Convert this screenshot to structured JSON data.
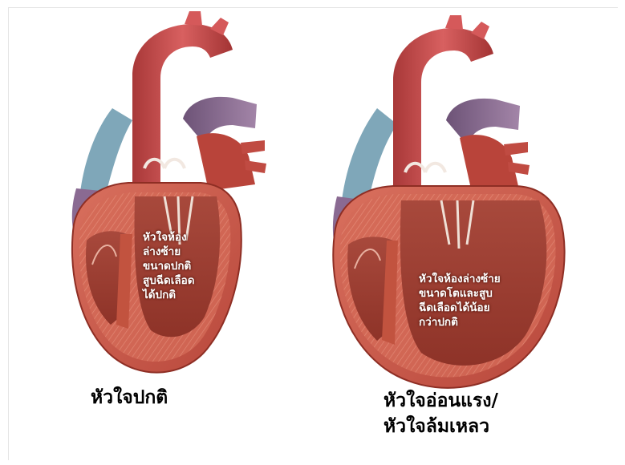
{
  "hearts": {
    "normal": {
      "annotation": "หัวใจห้อง\nล่างซ้าย\nขนาดปกติ\nสูบฉีดเลือด\nได้ปกติ",
      "caption": "หัวใจปกติ"
    },
    "failure": {
      "annotation": "หัวใจห้องล่างซ้าย\nขนาดโตและสูบ\nฉีดเลือดได้น้อย\nกว่าปกติ",
      "caption": "หัวใจอ่อนแรง/\nหัวใจล้มเหลว"
    }
  },
  "colors": {
    "muscle": "#c9564a",
    "muscle_light": "#e08a76",
    "muscle_dark": "#8e2e24",
    "chamber_wall_texture": "#d9735f",
    "vein_purple": "#8a6a92",
    "vein_blue": "#6f9bb0",
    "aorta": "#c44a4a",
    "background": "#ffffff",
    "caption_text": "#000000",
    "overlay_text": "#ffffff"
  }
}
